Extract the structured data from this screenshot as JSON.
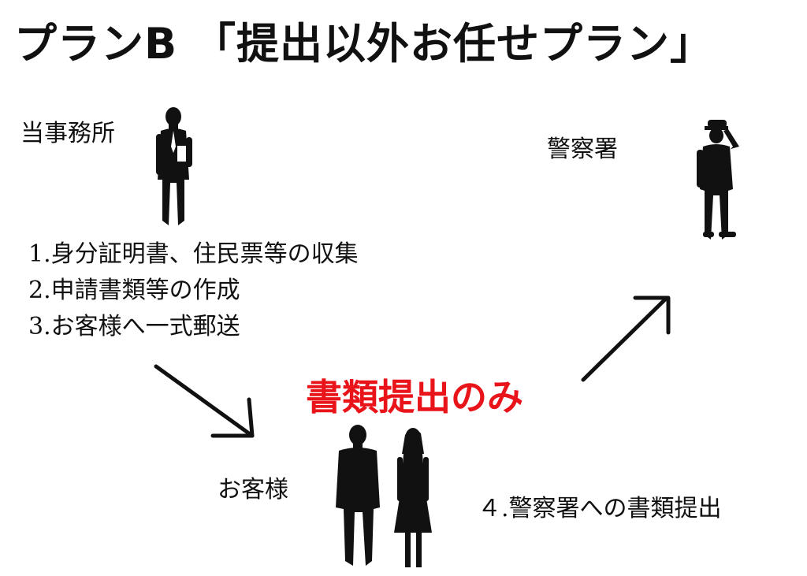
{
  "title": "プランB 「提出以外お任せプラン」",
  "office_label": "当事務所",
  "police_label": "警察署",
  "customer_label": "お客様",
  "steps": [
    "1.身分証明書、住民票等の収集",
    "2.申請書類等の作成",
    "3.お客様へ一式郵送"
  ],
  "center_label": "書類提出のみ",
  "step4": "４.警察署への書類提出",
  "colors": {
    "accent": "#e8141a",
    "text": "#111111"
  },
  "icons": [
    "businessman-silhouette-icon",
    "police-officer-silhouette-icon",
    "couple-silhouette-icon",
    "arrow-down-right-icon",
    "arrow-up-right-icon"
  ]
}
